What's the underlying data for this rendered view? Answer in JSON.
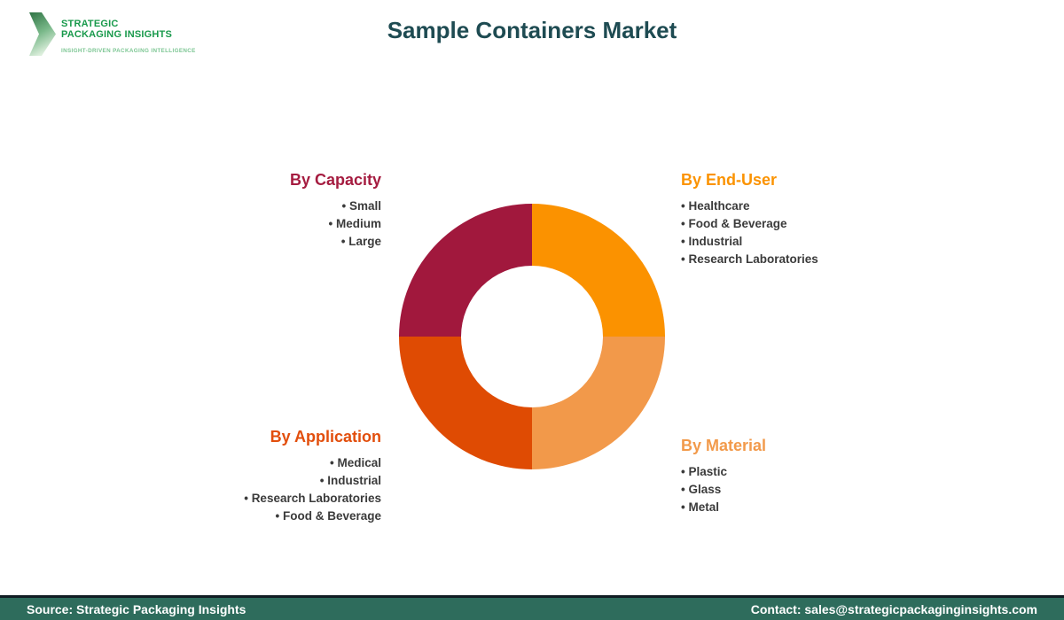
{
  "logo": {
    "name_line1": "STRATEGIC",
    "name_line2": "PACKAGING INSIGHTS",
    "tagline": "INSIGHT-DRIVEN PACKAGING INTELLIGENCE",
    "text_color": "#18994b",
    "tagline_color": "#7cc693",
    "chevron_gradient": {
      "start": "#2f7344",
      "mid": "#7ab98a",
      "end": "#ddefdd"
    }
  },
  "header": {
    "title": "Sample Containers Market",
    "title_color": "#1e4b52"
  },
  "donut": {
    "type": "donut",
    "equal_segments": true,
    "segment_share_percent": 25
  },
  "segments": {
    "capacity": {
      "label": "By Capacity",
      "label_color": "#a51c40",
      "wedge_color": "#a1183d",
      "position": "top-left",
      "items": [
        "Small",
        "Medium",
        "Large"
      ]
    },
    "end_user": {
      "label": "By End-User",
      "label_color": "#fb9302",
      "wedge_color": "#fb9200",
      "position": "top-right",
      "items": [
        "Healthcare",
        "Food & Beverage",
        "Industrial",
        "Research Laboratories"
      ]
    },
    "material": {
      "label": "By Material",
      "label_color": "#f29a4b",
      "wedge_color": "#f2994a",
      "position": "bottom-right",
      "items": [
        "Plastic",
        "Glass",
        "Metal"
      ]
    },
    "application": {
      "label": "By Application",
      "label_color": "#e24e0c",
      "wedge_color": "#df4b03",
      "position": "bottom-left",
      "items": [
        "Medical",
        "Industrial",
        "Research Laboratories",
        "Food & Beverage"
      ]
    }
  },
  "footer": {
    "source": "Source: Strategic Packaging Insights",
    "contact": "Contact: sales@strategicpackaginginsights.com",
    "bar_color": "#2e6c5c",
    "divider_color": "#101c23"
  }
}
